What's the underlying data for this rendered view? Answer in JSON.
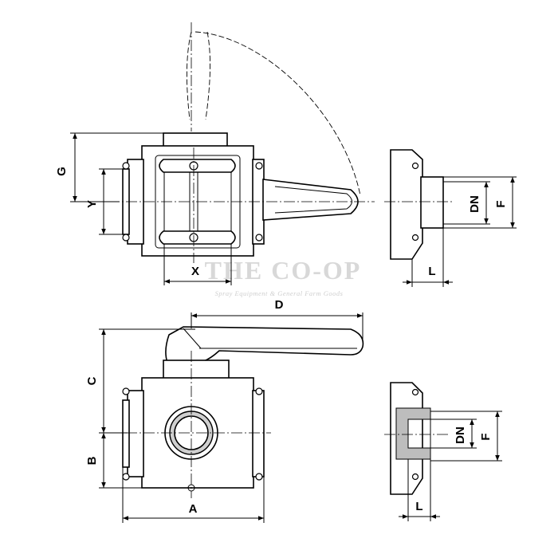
{
  "watermark": {
    "name": "THE CO-OP",
    "tagline": "Spray Equipment & General Farm Goods"
  },
  "dimensions": {
    "G": "G",
    "Y": "Y",
    "X": "X",
    "D": "D",
    "C": "C",
    "B": "B",
    "A": "A",
    "DN_top": "DN",
    "F_top": "F",
    "L_top": "L",
    "DN_bottom": "DN",
    "F_bottom": "F",
    "L_bottom": "L"
  }
}
